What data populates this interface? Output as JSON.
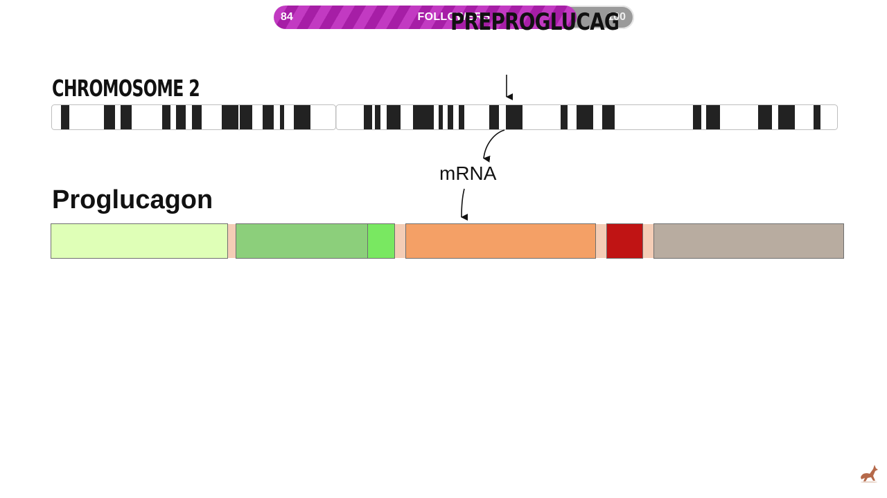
{
  "overlay": {
    "current": "84",
    "label": "FOLLOWERS",
    "goal": "100",
    "progress_fraction": 0.84,
    "fill_color": "#b02cb0"
  },
  "gene": {
    "title": "PREPROGLUCAGON GENE"
  },
  "chromosome": {
    "label": "CHROMOSOME 2",
    "band_color": "#222222"
  },
  "mrna": {
    "label": "mRNA"
  },
  "protein": {
    "label": "Proglucagon",
    "segment_colors": [
      "#dfffb7",
      "#8ccf7b",
      "#79e861",
      "#f4a066",
      "#c01414",
      "#b8aca0"
    ],
    "spacer_color": "#f4cdb6"
  },
  "icons": {
    "logo": "animal-logo-icon"
  }
}
